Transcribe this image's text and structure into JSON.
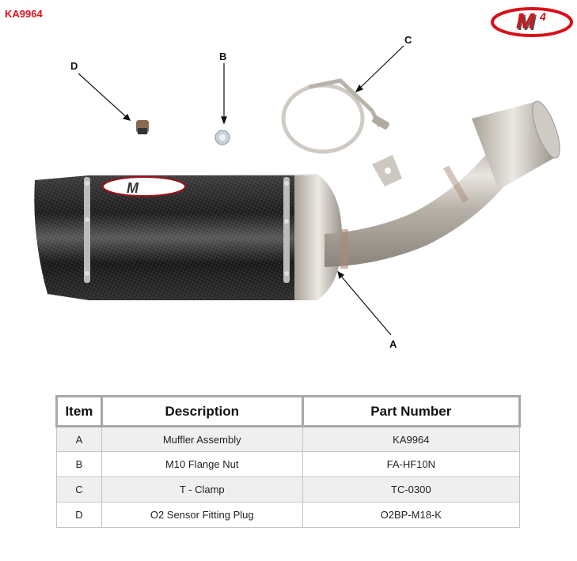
{
  "header": {
    "part_code": "KA9964",
    "brand_logo": "m4-logo",
    "brand_color": "#e0101a"
  },
  "diagram": {
    "callouts": [
      {
        "label": "A",
        "target": "muffler-assembly"
      },
      {
        "label": "B",
        "target": "flange-nut"
      },
      {
        "label": "C",
        "target": "t-clamp"
      },
      {
        "label": "D",
        "target": "o2-sensor-plug"
      }
    ],
    "logo_on_muffler": "M4"
  },
  "table": {
    "headers": [
      "Item",
      "Description",
      "Part Number"
    ],
    "rows": [
      {
        "item": "A",
        "description": "Muffler Assembly",
        "part_number": "KA9964"
      },
      {
        "item": "B",
        "description": "M10 Flange Nut",
        "part_number": "FA-HF10N"
      },
      {
        "item": "C",
        "description": "T - Clamp",
        "part_number": "TC-0300"
      },
      {
        "item": "D",
        "description": "O2 Sensor Fitting Plug",
        "part_number": "O2BP-M18-K"
      }
    ]
  }
}
